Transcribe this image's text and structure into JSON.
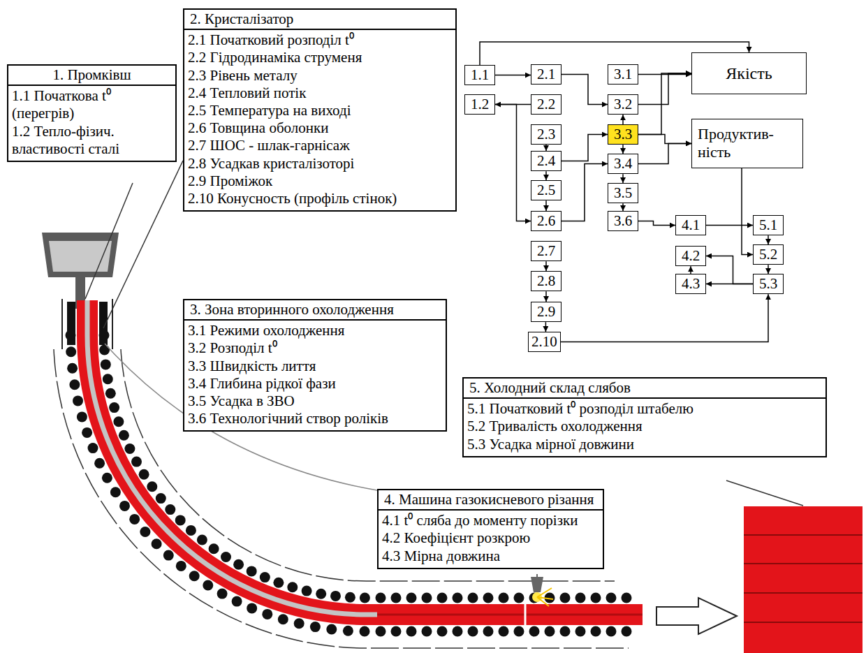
{
  "diagram": {
    "nodes": [
      {
        "text": [
          "1. Промківш",
          "1.1 Початкова t⁰ (перегрів)",
          "1.2 Тепло-фізич. властивості сталі"
        ]
      },
      {
        "text": [
          "2. Кристалізатор",
          "2.1 Початковий розподіл t⁰",
          "2.2 Гідродинаміка струменя",
          "2.3 Рівень металу",
          "2.4 Тепловий потік",
          "2.5 Температура на виході",
          "2.6 Товщина оболонки",
          "2.7 ШОС - шлак-гарнісаж",
          "2.8 Усадкав кристалізоторі",
          "2.9 Проміжок",
          "2.10 Конусность (профіль стінок)"
        ]
      },
      {
        "text": [
          "3. Зона вторинного охолодження",
          "3.1 Режими охолодження",
          "3.2 Розподіл t⁰",
          "3.3 Швидкість лиття",
          "3.4 Глибина рідкої фази",
          "3.5 Усадка в ЗВО",
          "3.6 Технологічний створ роліків"
        ]
      },
      {
        "text": [
          "4. Машина газокисневого різання",
          "4.1 t⁰ сляба до моменту порізки",
          "4.2 Коефіцієнт розкрою",
          "4.3 Мірна довжина"
        ]
      },
      {
        "text": [
          "5. Холодний склад слябов",
          "5.1 Початковий t⁰ розподіл штабелю",
          "5.2 Тривалість охолодження",
          "5.3 Усадка мірної довжини"
        ]
      },
      {
        "text": [
          "1.1"
        ]
      },
      {
        "text": [
          "1.2"
        ]
      },
      {
        "text": [
          "2.1"
        ]
      },
      {
        "text": [
          "2.2"
        ]
      },
      {
        "text": [
          "2.3"
        ]
      },
      {
        "text": [
          "2.4"
        ]
      },
      {
        "text": [
          "2.5"
        ]
      },
      {
        "text": [
          "2.6"
        ]
      },
      {
        "text": [
          "2.7"
        ]
      },
      {
        "text": [
          "2.8"
        ]
      },
      {
        "text": [
          "2.9"
        ]
      },
      {
        "text": [
          "2.10"
        ]
      },
      {
        "text": [
          "3.1"
        ]
      },
      {
        "text": [
          "3.2"
        ]
      },
      {
        "text": [
          "3.3"
        ]
      },
      {
        "text": [
          "3.4"
        ]
      },
      {
        "text": [
          "3.5"
        ]
      },
      {
        "text": [
          "3.6"
        ]
      },
      {
        "text": [
          "Якість"
        ]
      },
      {
        "text": [
          "Продуктив- ність"
        ]
      },
      {
        "text": [
          "4.1"
        ]
      },
      {
        "text": [
          "4.2"
        ]
      },
      {
        "text": [
          "4.3"
        ]
      },
      {
        "text": [
          "5.1"
        ]
      },
      {
        "text": [
          "5.2"
        ]
      },
      {
        "text": [
          "5.3"
        ]
      }
    ],
    "edges": [
      {
        "from": 5,
        "to": 7,
        "arrow": "to"
      },
      {
        "from": 5,
        "to": 23,
        "arrow": "to"
      },
      {
        "from": 7,
        "to": 18,
        "arrow": "to"
      },
      {
        "from": 8,
        "to": 6,
        "arrow": "to"
      },
      {
        "from": 17,
        "to": 23,
        "arrow": "to"
      },
      {
        "from": 18,
        "to": 23,
        "arrow": "to"
      },
      {
        "from": 19,
        "to": 23,
        "arrow": "to"
      },
      {
        "from": 19,
        "to": 24,
        "arrow": "to"
      },
      {
        "from": 20,
        "to": 24,
        "arrow": "to"
      },
      {
        "from": 19,
        "to": 18,
        "arrow": "to"
      },
      {
        "from": 19,
        "to": 20,
        "arrow": "to"
      },
      {
        "from": 20,
        "to": 21,
        "arrow": "to"
      },
      {
        "from": 21,
        "to": 22,
        "arrow": "to"
      },
      {
        "from": 9,
        "to": 10,
        "arrow": "to"
      },
      {
        "from": 10,
        "to": 11,
        "arrow": "to"
      },
      {
        "from": 11,
        "to": 12,
        "arrow": "to"
      },
      {
        "from": 13,
        "to": 14,
        "arrow": "to"
      },
      {
        "from": 14,
        "to": 15,
        "arrow": "to"
      },
      {
        "from": 15,
        "to": 16,
        "arrow": "to"
      },
      {
        "from": 12,
        "to": 20,
        "arrow": "to"
      },
      {
        "from": 10,
        "to": 19,
        "arrow": "to"
      },
      {
        "from": 22,
        "to": 25,
        "arrow": "to"
      },
      {
        "from": 25,
        "to": 28,
        "arrow": "to"
      },
      {
        "from": 24,
        "to": 29,
        "arrow": "to"
      },
      {
        "from": 28,
        "to": 29,
        "arrow": "to"
      },
      {
        "from": 29,
        "to": 30,
        "arrow": "to"
      },
      {
        "from": 30,
        "to": 26,
        "arrow": "to"
      },
      {
        "from": 27,
        "to": 26,
        "arrow": "to"
      },
      {
        "from": 16,
        "to": 30,
        "arrow": "to"
      },
      {
        "from": 6,
        "to": 12,
        "arrow": "to"
      },
      {
        "from": 30,
        "to": 27,
        "arrow": "to"
      }
    ]
  }
}
